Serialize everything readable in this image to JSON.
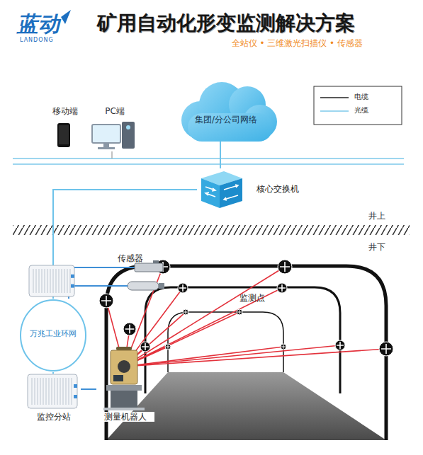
{
  "diagram": {
    "title": "矿用自动化形变监测解决方案",
    "nodes": [
      {
        "text": [
          "集团/分公司网络"
        ]
      },
      {
        "text": [
          "移动端"
        ]
      },
      {
        "text": [
          "PC端"
        ]
      },
      {
        "text": [
          "核心交换机"
        ]
      },
      {
        "text": [
          "传感器"
        ]
      },
      {
        "text": [
          "万兆工业环网"
        ]
      },
      {
        "text": [
          "监控分站"
        ]
      },
      {
        "text": [
          "测量机器人"
        ]
      }
    ],
    "edges": [
      {
        "from": 0,
        "to": 3,
        "arrow": "none"
      },
      {
        "from": 3,
        "to": 5,
        "arrow": "none"
      },
      {
        "from": 5,
        "to": 6,
        "arrow": "none"
      },
      {
        "from": 4,
        "to": 5,
        "arrow": "none"
      },
      {
        "from": 6,
        "to": 7,
        "arrow": "none"
      }
    ],
    "labels": [
      "蓝动",
      "LANDONG",
      "全站仪 • 三维激光扫描仪 • 传感器",
      "井上",
      "井下",
      "监测点"
    ],
    "legend": [
      {
        "text": "电缆"
      },
      {
        "text": "光缆"
      }
    ]
  }
}
